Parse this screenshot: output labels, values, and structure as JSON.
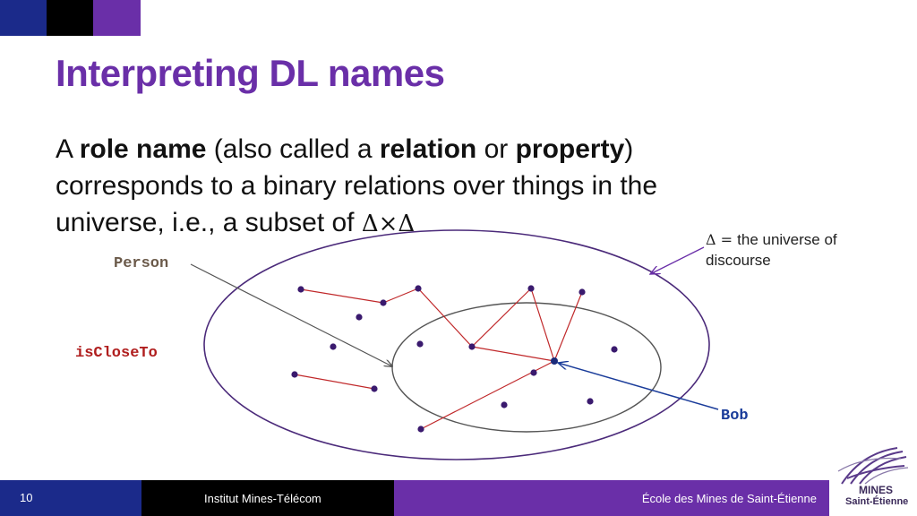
{
  "slide": {
    "title": "Interpreting DL names",
    "body": {
      "p1": "A ",
      "b1": "role name",
      "p2": " (also called a ",
      "b2": "relation",
      "p3": " or ",
      "b3": "property",
      "p4": ") corresponds to a binary relations over things in the universe, i.e., a subset of ",
      "formula": "Δ×Δ"
    },
    "note": {
      "symbol": "Δ = ",
      "line1": "the universe of",
      "line2": "discourse"
    },
    "labels": {
      "person": "Person",
      "is_close_to": "isCloseTo",
      "bob": "Bob"
    }
  },
  "footer": {
    "page": "10",
    "institute": "Institut Mines-Télécom",
    "school": "École des Mines de Saint-Étienne",
    "logo_line1": "MINES",
    "logo_line2": "Saint-Étienne"
  },
  "colors": {
    "title": "#6a2fa8",
    "navy": "#1b2a8a",
    "purple": "#6a2fa8",
    "dot": "#3a1a6e",
    "relation_line": "#c0282a",
    "bob_arrow": "#1a3c9a"
  }
}
